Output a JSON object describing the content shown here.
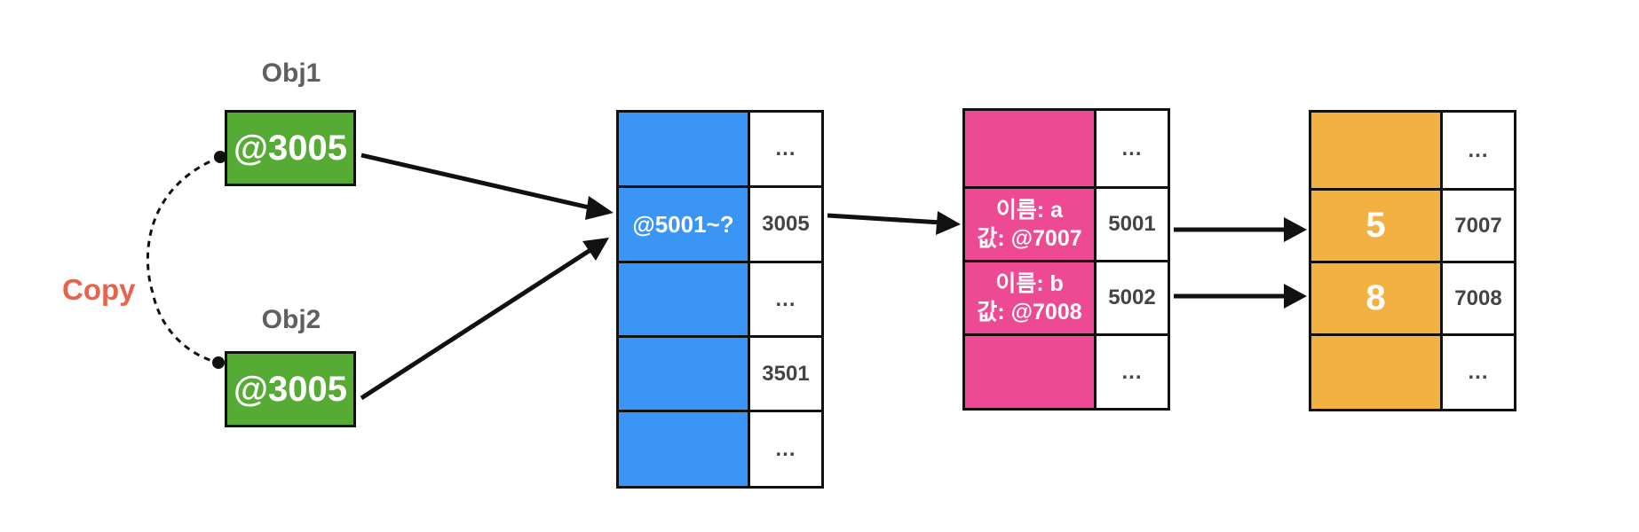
{
  "objects": [
    {
      "name": "Obj1",
      "ref": "@3005"
    },
    {
      "name": "Obj2",
      "ref": "@3005"
    }
  ],
  "copy_label": "Copy",
  "blue_block": {
    "color": "#3a95f5",
    "rows": [
      {
        "value": "",
        "address": "..."
      },
      {
        "value": "@5001~?",
        "address": "3005"
      },
      {
        "value": "",
        "address": "..."
      },
      {
        "value": "",
        "address": "3501"
      },
      {
        "value": "",
        "address": "..."
      }
    ]
  },
  "pink_block": {
    "color": "#ee4a93",
    "rows": [
      {
        "value_line1": "",
        "value_line2": "",
        "address": "..."
      },
      {
        "value_line1": "이름: a",
        "value_line2": "값: @7007",
        "address": "5001"
      },
      {
        "value_line1": "이름: b",
        "value_line2": "값: @7008",
        "address": "5002"
      },
      {
        "value_line1": "",
        "value_line2": "",
        "address": "..."
      }
    ]
  },
  "orange_block": {
    "color": "#f2b141",
    "rows": [
      {
        "value": "",
        "address": "..."
      },
      {
        "value": "5",
        "address": "7007"
      },
      {
        "value": "8",
        "address": "7008"
      },
      {
        "value": "",
        "address": "..."
      }
    ]
  }
}
